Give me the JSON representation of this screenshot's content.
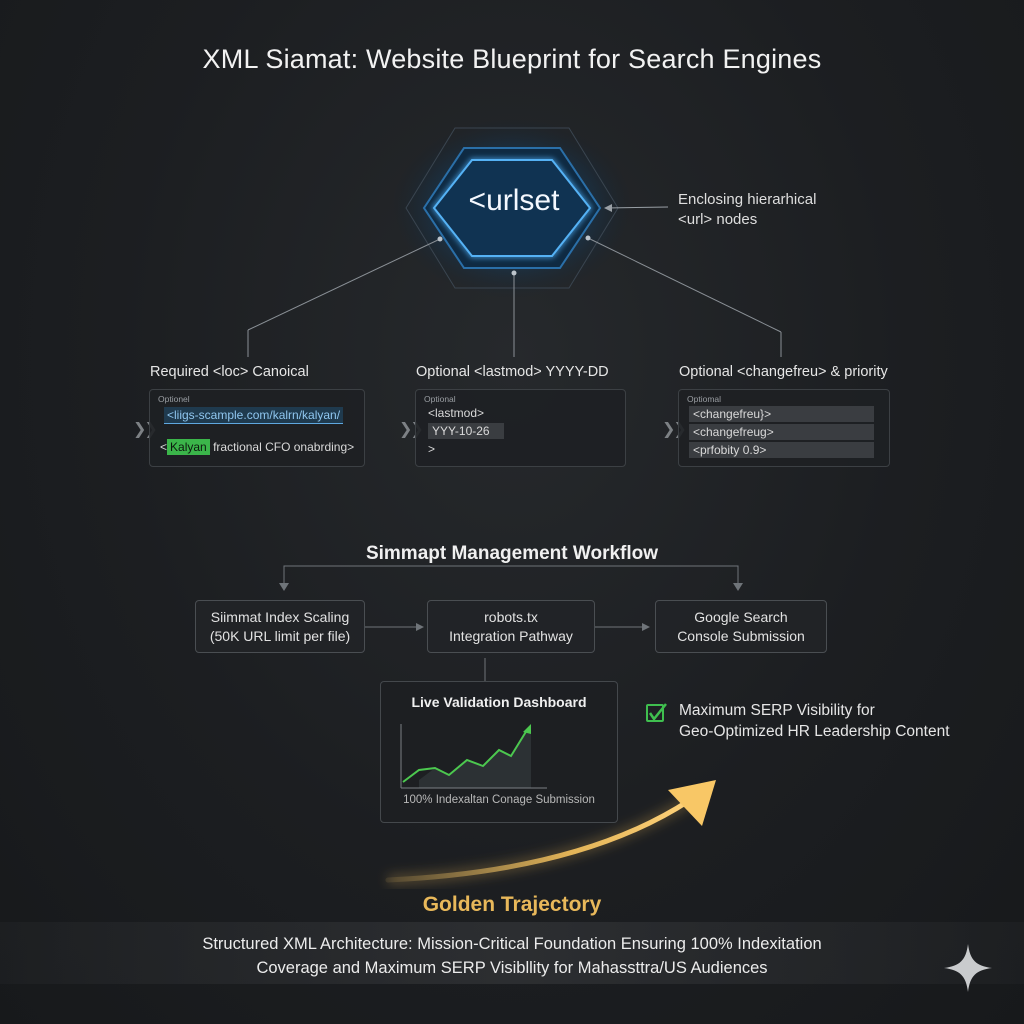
{
  "title": "XML Siamat: Website Blueprint for Search Engines",
  "root_node": {
    "label": "<urlset",
    "note_line1": "Enclosing hierarhical",
    "note_line2": "<url> nodes"
  },
  "columns": [
    {
      "label": "Required <loc> Canoical",
      "caption": "Optionel",
      "lines": [
        "<liigs-scample.com/kalrn/kalyan/",
        "Kalyan",
        "fractional CFO onabrding>"
      ]
    },
    {
      "label": "Optional <lastmod> YYYY-DD",
      "caption": "Optional",
      "lines": [
        "<lastmod>",
        "YYY-10-26",
        ">"
      ]
    },
    {
      "label": "Optional <changefreu> & priority",
      "caption": "Optiomal",
      "lines": [
        "<changefreu}>",
        "<changefreug>",
        "<prfobity 0.9>"
      ]
    }
  ],
  "workflow": {
    "title": "Simmapt Management Workflow",
    "steps": [
      {
        "line1": "Siimmat Index Scaling",
        "line2": "(50K URL limit per file)"
      },
      {
        "line1": "robots.tx",
        "line2": "Integration Pathway"
      },
      {
        "line1": "Google Search",
        "line2": "Console Submission"
      }
    ],
    "dashboard": {
      "title": "Live Validation Dashboard",
      "caption": "100% Indexaltan Conage Submission"
    }
  },
  "serp_note": {
    "line1": "Maximum SERP Visibility for",
    "line2": "Geo-Optimized HR Leadership Content"
  },
  "golden_label": "Golden Trajectory",
  "footer": {
    "line1": "Structured XML Architecture: Mission-Critical Foundation Ensuring 100% Indexitation",
    "line2": "Coverage and Maximum SERP Visibllity for Mahassttra/US Audiences"
  },
  "colors": {
    "accent_blue": "#3f9be0",
    "accent_green": "#3fbf4f",
    "golden": "#e8b85a"
  },
  "icons": [
    "chevron-double-right-icon",
    "checkbox-check-icon",
    "sparkle-icon"
  ]
}
